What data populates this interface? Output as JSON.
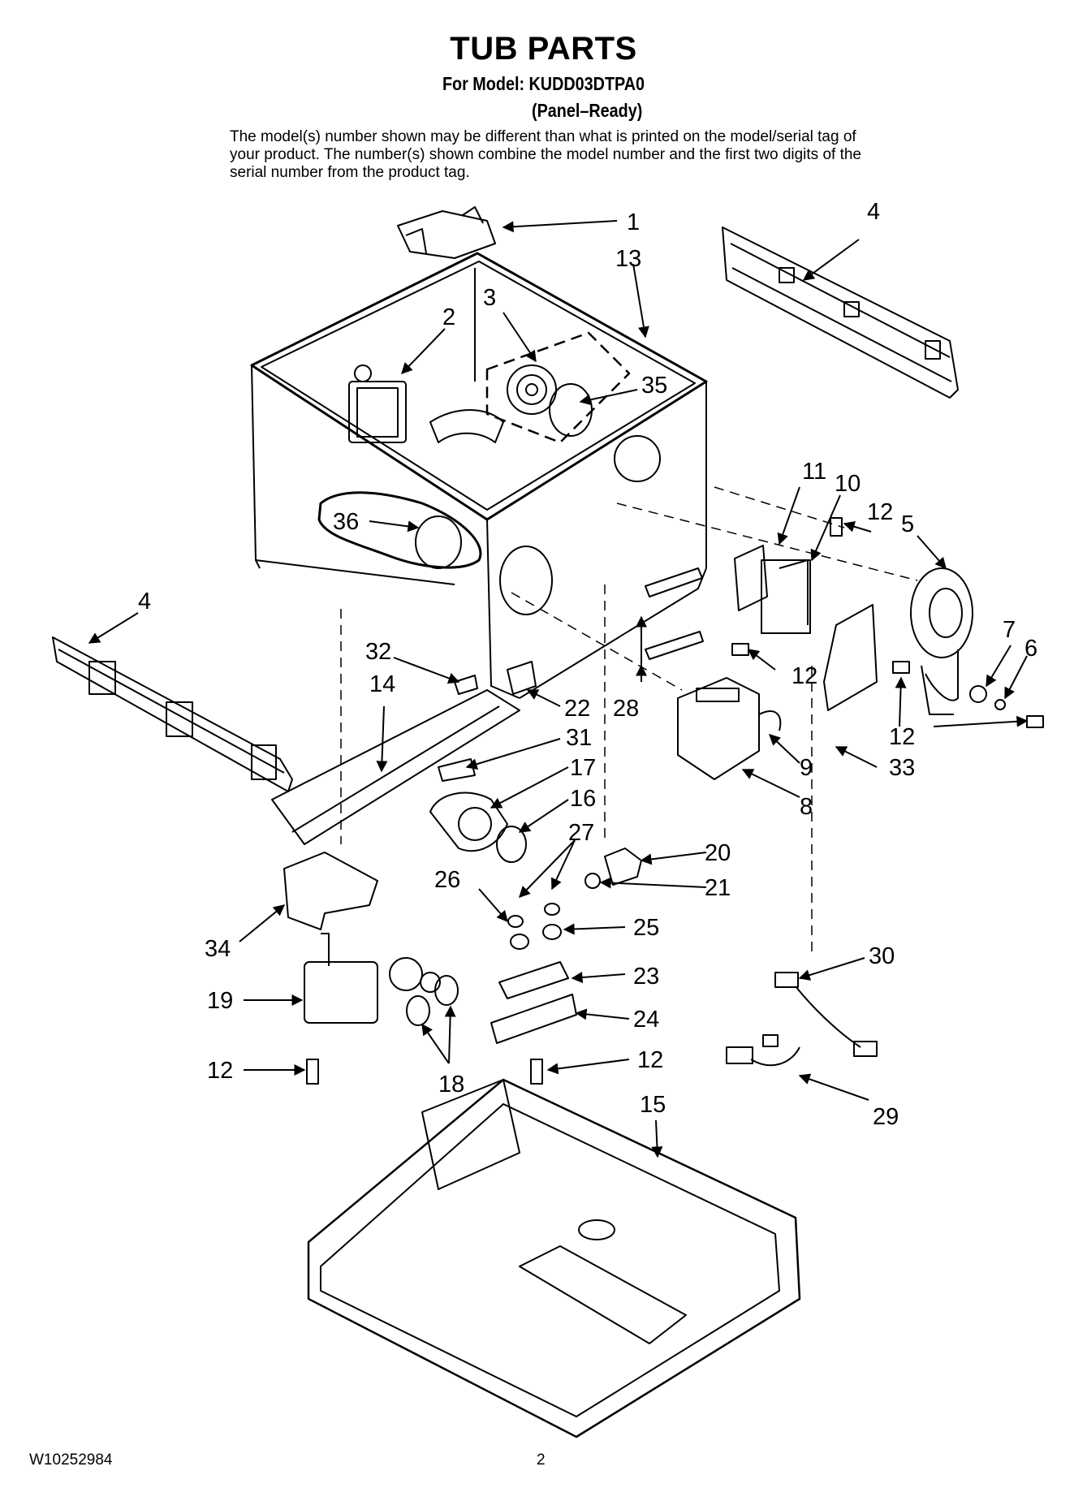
{
  "header": {
    "title": "TUB PARTS",
    "model_line": "For Model: KUDD03DTPA0",
    "variant": "(Panel–Ready)",
    "note": "The model(s) number shown may be different than what is printed on the model/serial tag of your product. The number(s) shown combine the model number and the first two digits of the serial number from the product tag."
  },
  "callouts": [
    "1",
    "13",
    "4",
    "3",
    "2",
    "35",
    "11",
    "10",
    "12",
    "5",
    "36",
    "4",
    "32",
    "14",
    "22",
    "28",
    "12",
    "7",
    "6",
    "12",
    "31",
    "9",
    "33",
    "17",
    "8",
    "16",
    "27",
    "20",
    "26",
    "21",
    "25",
    "34",
    "30",
    "23",
    "19",
    "24",
    "12",
    "18",
    "12",
    "15",
    "29"
  ],
  "footer": {
    "doc_number": "W10252984",
    "page_number": "2"
  }
}
